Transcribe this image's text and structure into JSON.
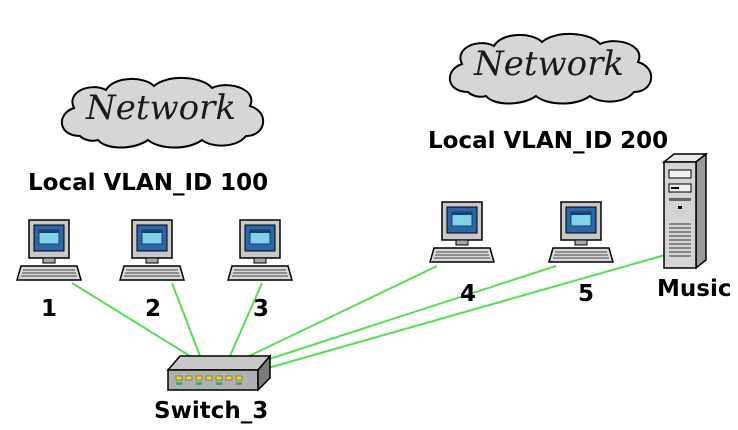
{
  "clouds": [
    {
      "label": "Network"
    },
    {
      "label": "Network"
    }
  ],
  "vlans": [
    {
      "label": "Local VLAN_ID 100"
    },
    {
      "label": "Local VLAN_ID 200"
    }
  ],
  "computers": [
    {
      "label": "1"
    },
    {
      "label": "2"
    },
    {
      "label": "3"
    },
    {
      "label": "4"
    },
    {
      "label": "5"
    }
  ],
  "server": {
    "label": "Music"
  },
  "switch": {
    "label": "Switch_3"
  },
  "colors": {
    "link": "#55dd55",
    "cloud_fill": "#d6d6d6",
    "screen": "#2a66a8"
  }
}
